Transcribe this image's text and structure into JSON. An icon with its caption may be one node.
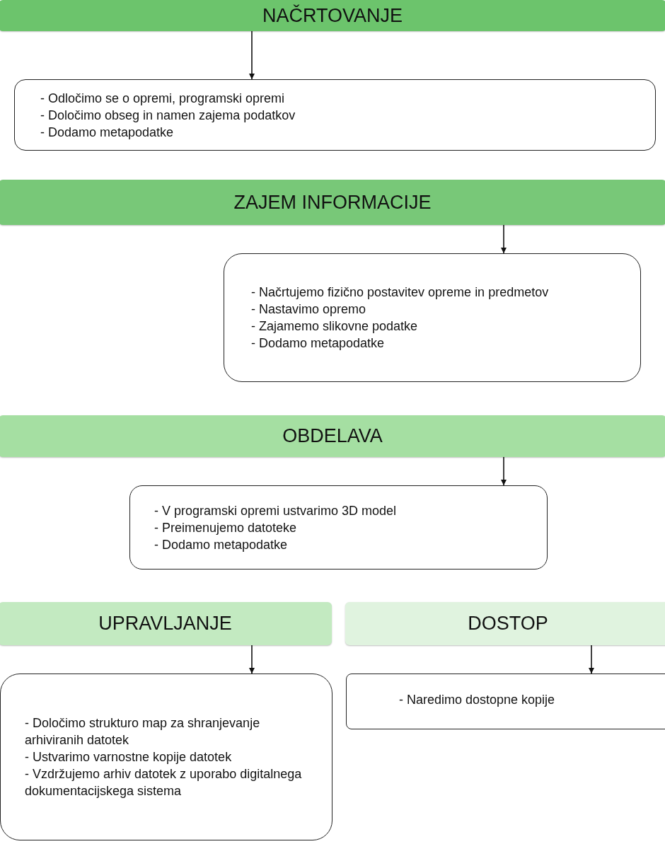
{
  "diagram": {
    "nodes": [
      {
        "text": [
          "NAČRTOVANJE"
        ]
      },
      {
        "text": [
          "- Odločimo se o opremi, programski opremi",
          "- Določimo obseg in namen zajema podatkov",
          "- Dodamo metapodatke"
        ]
      },
      {
        "text": [
          "ZAJEM INFORMACIJE"
        ]
      },
      {
        "text": [
          "- Načrtujemo fizično postavitev opreme in predmetov",
          "- Nastavimo opremo",
          "- Zajamemo slikovne podatke",
          "- Dodamo metapodatke"
        ]
      },
      {
        "text": [
          "OBDELAVA"
        ]
      },
      {
        "text": [
          "- V programski opremi ustvarimo 3D model",
          "- Preimenujemo datoteke",
          "- Dodamo metapodatke"
        ]
      },
      {
        "text": [
          "UPRAVLJANJE"
        ]
      },
      {
        "text": [
          "DOSTOP"
        ]
      },
      {
        "text": [
          "- Določimo strukturo map za shranjevanje arhiviranih datotek",
          "- Ustvarimo varnostne kopije datotek",
          "- Vzdržujemo arhiv datotek z uporabo digitalnega dokumentacijskega sistema"
        ]
      },
      {
        "text": [
          "- Naredimo dostopne kopije"
        ]
      }
    ],
    "edges": [
      {
        "from": 0,
        "to": 1,
        "arrow": "to"
      },
      {
        "from": 2,
        "to": 3,
        "arrow": "to"
      },
      {
        "from": 4,
        "to": 5,
        "arrow": "to"
      },
      {
        "from": 6,
        "to": 8,
        "arrow": "to"
      },
      {
        "from": 7,
        "to": 9,
        "arrow": "to"
      }
    ]
  }
}
